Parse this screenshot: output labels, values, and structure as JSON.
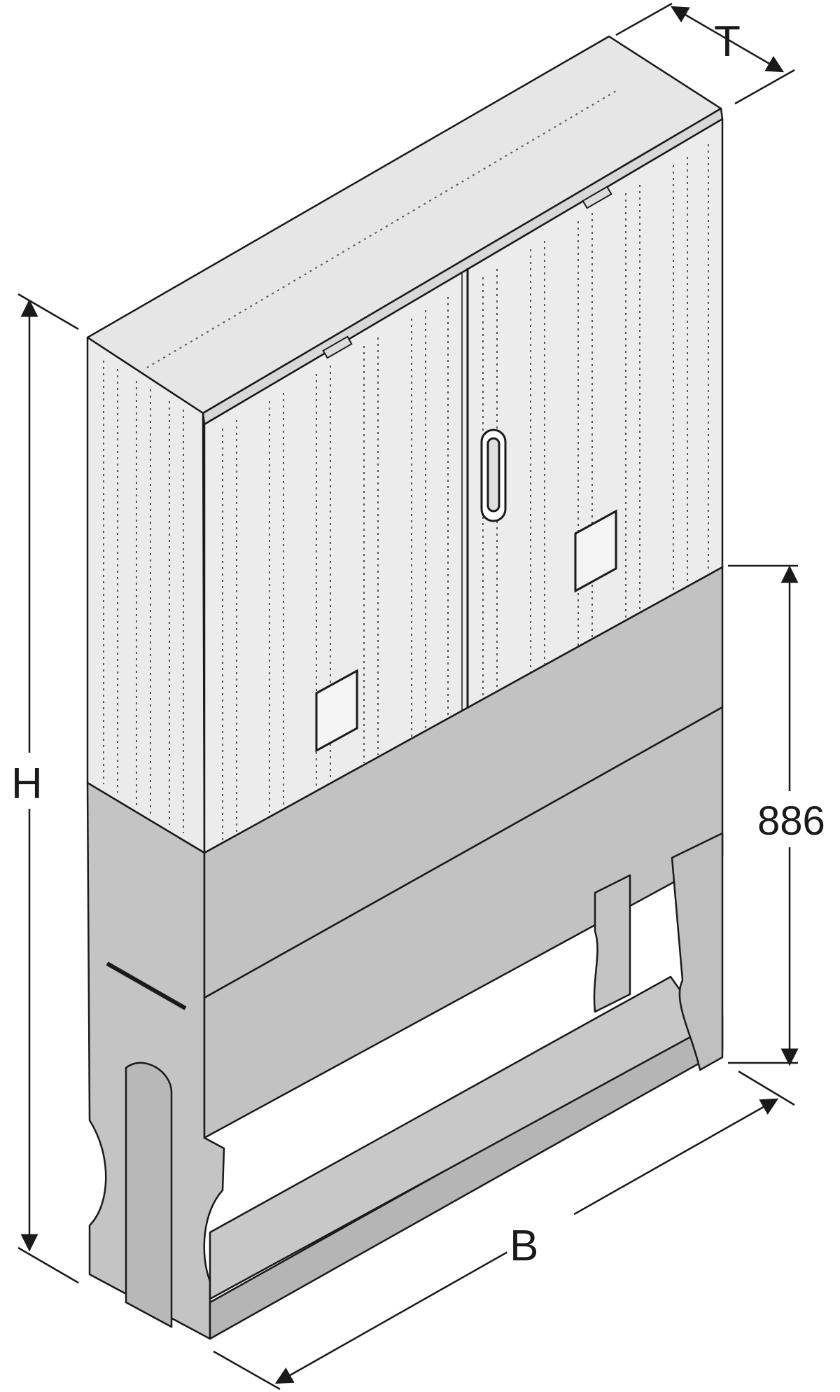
{
  "dimensions": {
    "height_label": "H",
    "depth_label": "T",
    "width_label": "B",
    "base_height_label": "886"
  },
  "colors": {
    "cabinet_body": "#ebebeb",
    "cabinet_top": "#e6e6e6",
    "base_panel": "#c4c4c4",
    "base_dark": "#b5b5b5",
    "outline": "#1a1a1a"
  }
}
